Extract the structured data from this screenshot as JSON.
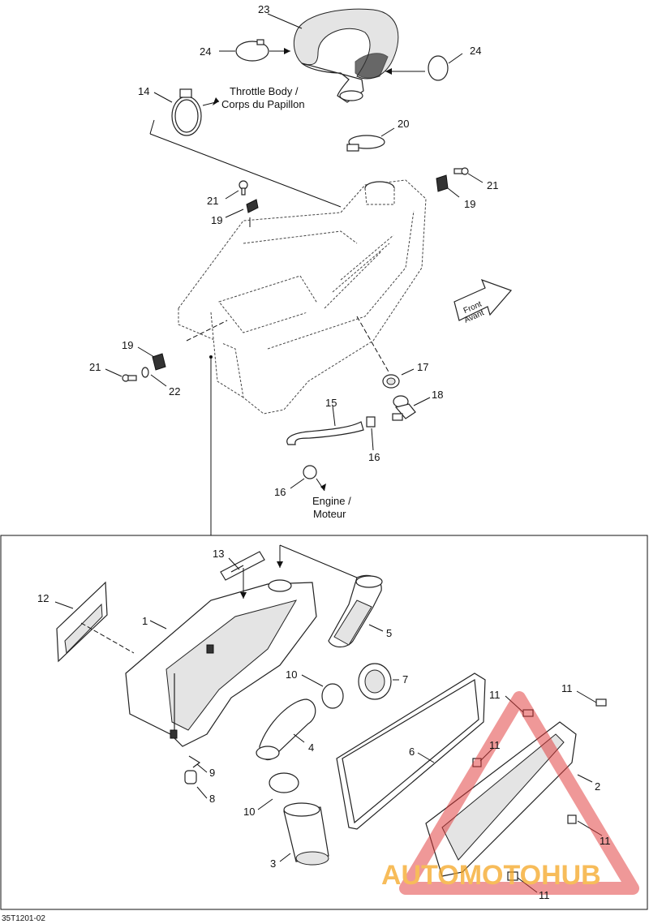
{
  "callouts": {
    "top": [
      {
        "num": "23"
      },
      {
        "num": "24"
      },
      {
        "num": "24"
      },
      {
        "num": "14"
      },
      {
        "num": "20"
      },
      {
        "num": "21"
      },
      {
        "num": "19"
      },
      {
        "num": "21"
      },
      {
        "num": "19"
      },
      {
        "num": "19"
      },
      {
        "num": "21"
      },
      {
        "num": "22"
      },
      {
        "num": "17"
      },
      {
        "num": "18"
      },
      {
        "num": "15"
      },
      {
        "num": "16"
      },
      {
        "num": "16"
      }
    ],
    "bottom": [
      {
        "num": "13"
      },
      {
        "num": "12"
      },
      {
        "num": "1"
      },
      {
        "num": "5"
      },
      {
        "num": "10"
      },
      {
        "num": "7"
      },
      {
        "num": "4"
      },
      {
        "num": "9"
      },
      {
        "num": "8"
      },
      {
        "num": "10"
      },
      {
        "num": "3"
      },
      {
        "num": "6"
      },
      {
        "num": "11"
      },
      {
        "num": "11"
      },
      {
        "num": "11"
      },
      {
        "num": "2"
      },
      {
        "num": "11"
      },
      {
        "num": "11"
      }
    ]
  },
  "text_labels": {
    "throttle_line1": "Throttle Body /",
    "throttle_line2": "Corps du Papillon",
    "engine_line1": "Engine /",
    "engine_line2": "Moteur",
    "front_line1": "Front",
    "front_line2": "Avant"
  },
  "figure_code": "35T1201-02",
  "watermark": {
    "text": "AUTOMOTOHUB",
    "colors": {
      "red": "#e03a3a",
      "orange": "#f5a623",
      "gray": "#777777"
    }
  }
}
